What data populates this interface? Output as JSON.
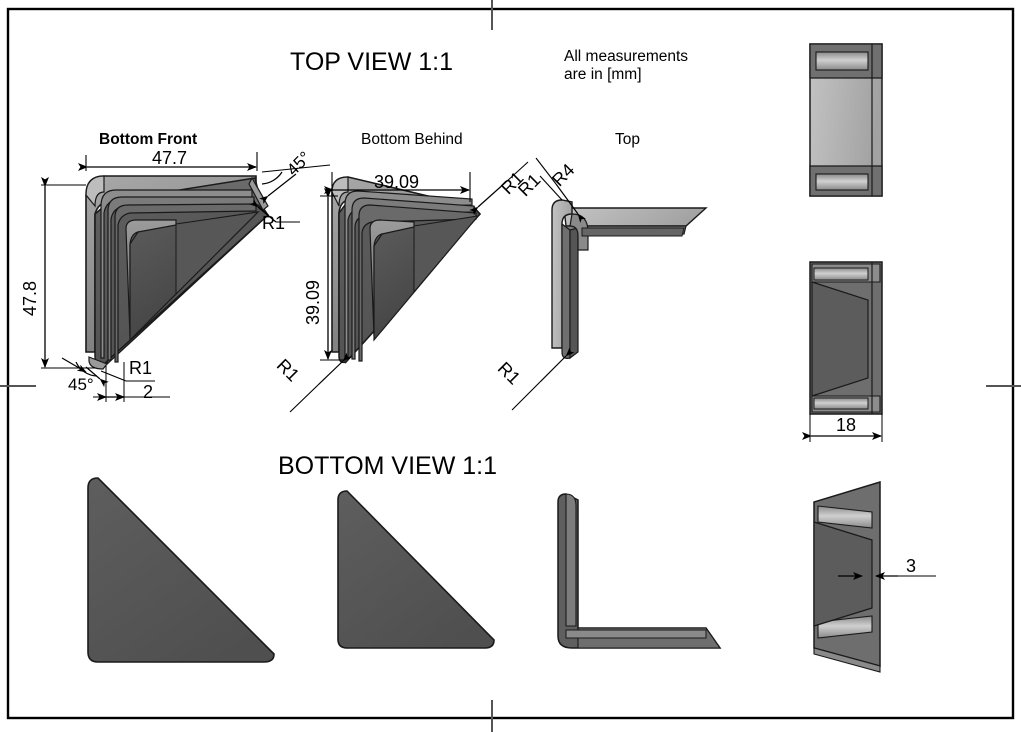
{
  "sheet": {
    "title_top": "TOP VIEW 1:1",
    "title_bottom": "BOTTOM VIEW 1:1",
    "note": "All measurements\nare in [mm]",
    "border_color": "#000000",
    "part_colors": {
      "face_dark": "#4d4d4d",
      "face_mid": "#6b6b6b",
      "face_light": "#8f8f8f",
      "face_pale": "#b3b3b3",
      "edge": "#1a1a1a"
    }
  },
  "views": {
    "top_row": [
      {
        "name": "Bottom Front",
        "bold": true
      },
      {
        "name": "Bottom Behind",
        "bold": false
      },
      {
        "name": "Top",
        "bold": false
      }
    ]
  },
  "dimensions": {
    "bottom_front": {
      "width": "47.7",
      "height": "47.8",
      "angle_top": "45°",
      "angle_bottom": "45°",
      "radius_top": "R1",
      "radius_bottom": "R1",
      "thickness": "2"
    },
    "bottom_behind": {
      "width": "39.09",
      "height": "39.09",
      "radius_top": "R1",
      "radius_bottom": "R1"
    },
    "top_profile": {
      "radius_outer": "R4",
      "radius_left": "R1",
      "radius_bottom": "R1"
    },
    "side_views": {
      "width": "18",
      "thickness": "3"
    }
  }
}
